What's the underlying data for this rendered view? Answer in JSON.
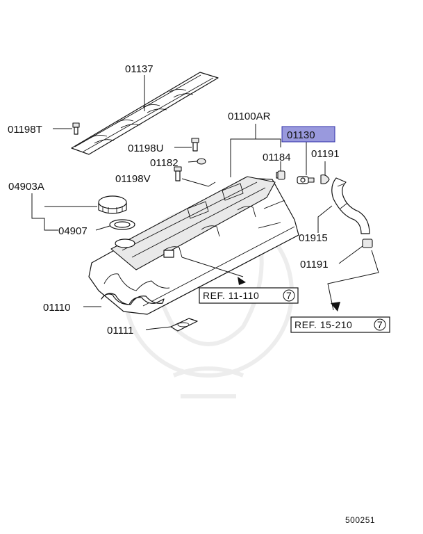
{
  "parts": {
    "p01137": "01137",
    "p01198T": "01198T",
    "p01100AR": "01100AR",
    "p01130": "01130",
    "p01198U": "01198U",
    "p01184": "01184",
    "p01191a": "01191",
    "p01182": "01182",
    "p01198V": "01198V",
    "p04903A": "04903A",
    "p04907": "04907",
    "p01915": "01915",
    "p01191b": "01191",
    "p01110": "01110",
    "p01111": "01111"
  },
  "refs": {
    "ref1_text": "REF. 11-110",
    "ref1_num": "7",
    "ref2_text": "REF. 15-210",
    "ref2_num": "7"
  },
  "footer": {
    "code": "500251"
  },
  "colors": {
    "highlight_fill": "#9999dd",
    "highlight_stroke": "#3333aa"
  }
}
